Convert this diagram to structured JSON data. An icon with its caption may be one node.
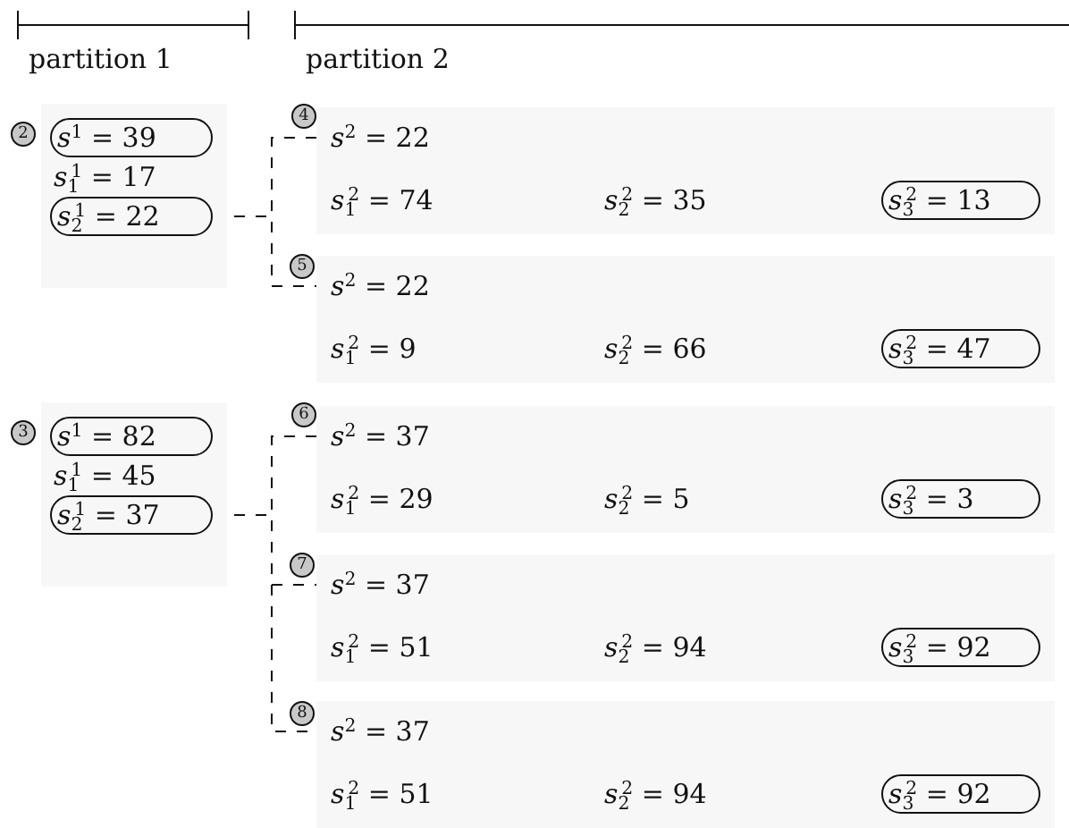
{
  "diagram": {
    "nodes": [
      {
        "text": [
          "2"
        ]
      },
      {
        "text": [
          "*s*$_{1}$$^{1}$ = 17"
        ]
      },
      {
        "text": [
          "*s*$^{1}$ = 39"
        ],
        "in": 1
      },
      {
        "text": [
          "*s*$_{2}$$^{1}$ = 22"
        ],
        "in": 1
      },
      {
        "text": [
          "4"
        ]
      },
      {
        "text": [
          "*s*$^{2}$ = 22",
          "*s*$_{1}$$^{2}$ = 74",
          "*s*$_{2}$$^{2}$ = 35"
        ]
      },
      {
        "text": [
          "*s*$_{3}$$^{2}$ = 13"
        ],
        "in": 5
      },
      {
        "text": [
          "5"
        ]
      },
      {
        "text": [
          "*s*$^{2}$ = 22",
          "*s*$_{1}$$^{2}$ = 9",
          "*s*$_{2}$$^{2}$ = 66"
        ]
      },
      {
        "text": [
          "*s*$_{3}$$^{2}$ = 47"
        ],
        "in": 8
      },
      {
        "text": [
          "3"
        ]
      },
      {
        "text": [
          "*s*$_{1}$$^{1}$ = 45"
        ]
      },
      {
        "text": [
          "*s*$^{1}$ = 82"
        ],
        "in": 11
      },
      {
        "text": [
          "*s*$_{2}$$^{1}$ = 37"
        ],
        "in": 11
      },
      {
        "text": [
          "6"
        ]
      },
      {
        "text": [
          "*s*$^{2}$ = 37",
          "*s*$_{1}$$^{2}$ = 29",
          "*s*$_{2}$$^{2}$ = 5"
        ]
      },
      {
        "text": [
          "*s*$_{3}$$^{2}$ = 3"
        ],
        "in": 15
      },
      {
        "text": [
          "7"
        ]
      },
      {
        "text": [
          "*s*$^{2}$ = 37",
          "*s*$_{1}$$^{2}$ = 51",
          "*s*$_{2}$$^{2}$ = 94"
        ]
      },
      {
        "text": [
          "*s*$_{3}$$^{2}$ = 92"
        ],
        "in": 18
      },
      {
        "text": [
          "8"
        ]
      },
      {
        "text": [
          "*s*$^{2}$ = 37",
          "*s*$_{1}$$^{2}$ = 51",
          "*s*$_{2}$$^{2}$ = 94"
        ]
      },
      {
        "text": [
          "*s*$_{3}$$^{2}$ = 92"
        ],
        "in": 21
      }
    ],
    "edges": [
      {
        "from": 3,
        "to": 5,
        "arrow": "none",
        "style": "dashed"
      },
      {
        "from": 3,
        "to": 8,
        "arrow": "none",
        "style": "dashed"
      },
      {
        "from": 13,
        "to": 15,
        "arrow": "none",
        "style": "dashed"
      },
      {
        "from": 13,
        "to": 18,
        "arrow": "none",
        "style": "dashed"
      },
      {
        "from": 13,
        "to": 21,
        "arrow": "none",
        "style": "dashed"
      }
    ],
    "labels": [
      "partition 1",
      "partition 2"
    ]
  }
}
